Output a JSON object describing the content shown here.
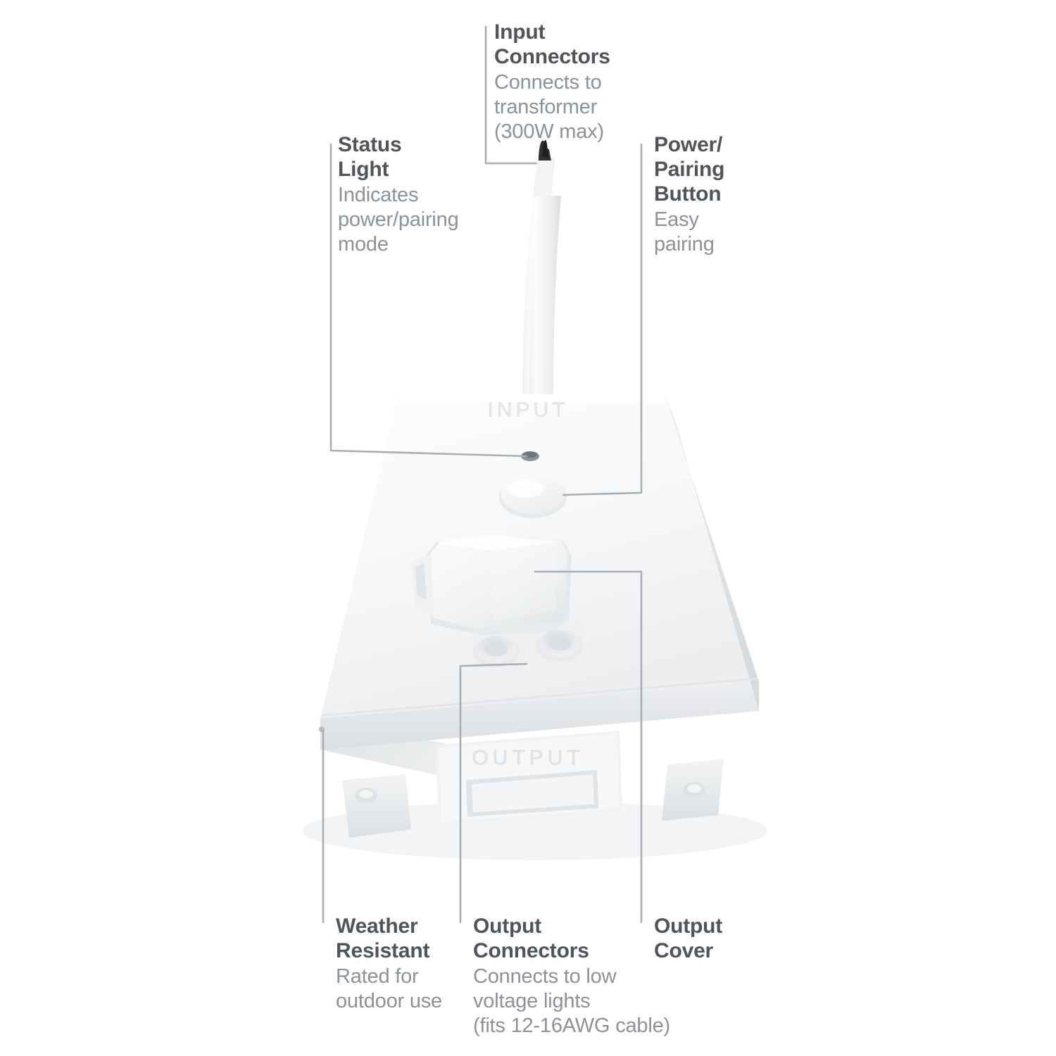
{
  "diagram": {
    "subject": "low-voltage landscape lighting smart transformer hub",
    "device_labels": {
      "input": "INPUT",
      "output": "OUTPUT"
    },
    "callouts": [
      {
        "id": "status-light",
        "title": "Status\nLight",
        "desc": "Indicates\npower/pairing\nmode"
      },
      {
        "id": "input-connectors",
        "title": "Input\nConnectors",
        "desc": "Connects to\ntransformer\n(300W max)"
      },
      {
        "id": "power-pairing-button",
        "title": "Power/\nPairing\nButton",
        "desc": "Easy\npairing"
      },
      {
        "id": "weather-resistant",
        "title": "Weather\nResistant",
        "desc": "Rated for\noutdoor use"
      },
      {
        "id": "output-connectors",
        "title": "Output\nConnectors",
        "desc": "Connects to low\nvoltage lights\n(fits 12-16AWG cable)"
      },
      {
        "id": "output-cover",
        "title": "Output\nCover",
        "desc": ""
      }
    ],
    "colors": {
      "title_text": "#4f555a",
      "desc_text": "#8b9298",
      "leader_line": "#a8aeb3",
      "device_body": "#f4f5f6",
      "device_shadow": "#d9dcde",
      "background": "#ffffff"
    }
  }
}
